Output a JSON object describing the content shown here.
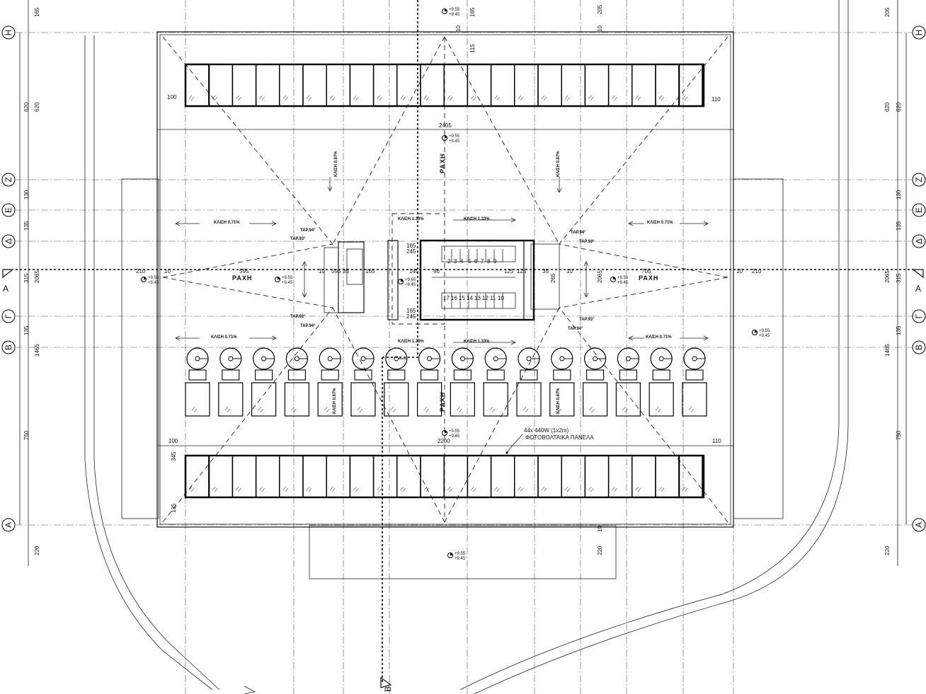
{
  "axes": {
    "left": [
      "Η",
      "Ζ",
      "Ε",
      "Δ",
      "Γ",
      "Β",
      "Α"
    ],
    "right": [
      "Η",
      "Ζ",
      "Ε",
      "Δ",
      "Γ",
      "Β",
      "Α"
    ]
  },
  "dims_vertical": [
    "165",
    "620",
    "130",
    "135",
    "315",
    "135",
    "1465",
    "750",
    "220",
    "2065"
  ],
  "dims_plan": {
    "top_width": "2405",
    "bottom_width": "2200",
    "left_offset": "100",
    "right_offset": "110",
    "panel_depth": "345",
    "edge": "135",
    "small": "10",
    "top_a": "165",
    "top_b": "115",
    "top_c": "205",
    "bot_a": "220",
    "mid": [
      "595",
      "705",
      "145",
      "265",
      "125",
      "35",
      "165",
      "46",
      "245",
      "210",
      "2065"
    ]
  },
  "labels": {
    "slope_071": "ΚΛΙΣΗ 0.71%",
    "slope_087": "ΚΛΙΣΗ 0.87%",
    "slope_133": "ΚΛΙΣΗ 1.33%",
    "ridge": "ΡΑΧΗ",
    "tar_94": "ΤΑΡ.94°",
    "tar_93": "ΤΑΡ.93°",
    "level_top": "+9.55",
    "level_bot": "+9.45",
    "level_stair_top": "+9.65",
    "panels_count": "44x 440W (1x2m)",
    "panels_title": "ΦΩΤΟΒΟΛΤΑΙΚΑ ΠΑΝΕΛΑ",
    "section_a": "A",
    "section_b": "B"
  },
  "stair_numbers_top": [
    "2",
    "3",
    "4",
    "5",
    "6",
    "7",
    "8",
    "9"
  ],
  "stair_numbers_bottom": [
    "17",
    "16",
    "15",
    "14",
    "13",
    "12",
    "11",
    "10"
  ],
  "colors": {
    "ink": "#000000",
    "paper": "#ffffff"
  }
}
